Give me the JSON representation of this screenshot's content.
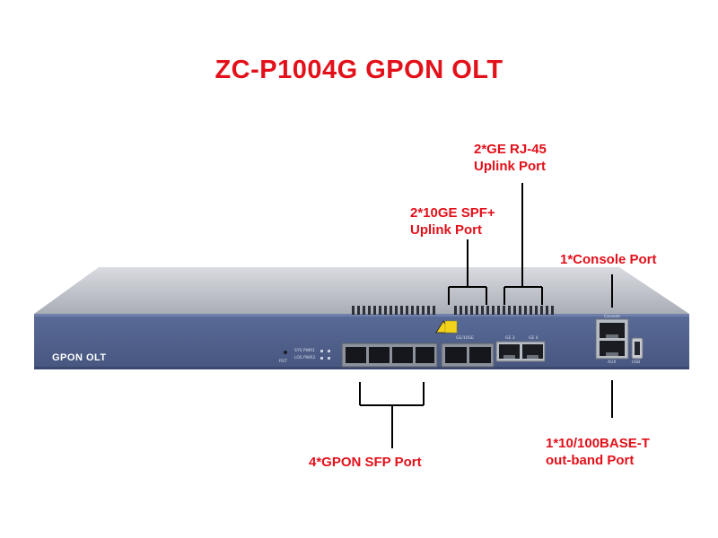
{
  "title": "ZC-P1004G GPON OLT",
  "device": {
    "brand_label": "GPON OLT",
    "console_label": "Console",
    "aux_label": "AUX",
    "usb_label": "USB",
    "rst_label": "RST",
    "sys_label": "SYS PWR1",
    "los_label": "LOS PWR2",
    "ge3_label": "GE 3",
    "ge4_label": "GE 4",
    "uplink_label": "GE/10GE"
  },
  "callouts": {
    "ge_rj45_line1": "2*GE RJ-45",
    "ge_rj45_line2": "Uplink Port",
    "sfp_plus_line1": "2*10GE SPF+",
    "sfp_plus_line2": "Uplink Port",
    "console": "1*Console Port",
    "gpon_sfp": "4*GPON SFP Port",
    "outband_line1": "1*10/100BASE-T",
    "outband_line2": "out-band Port"
  },
  "colors": {
    "accent": "#e3101a",
    "panel_blue": "#4e5f8c",
    "chassis_gray": "#b9bcc3"
  }
}
